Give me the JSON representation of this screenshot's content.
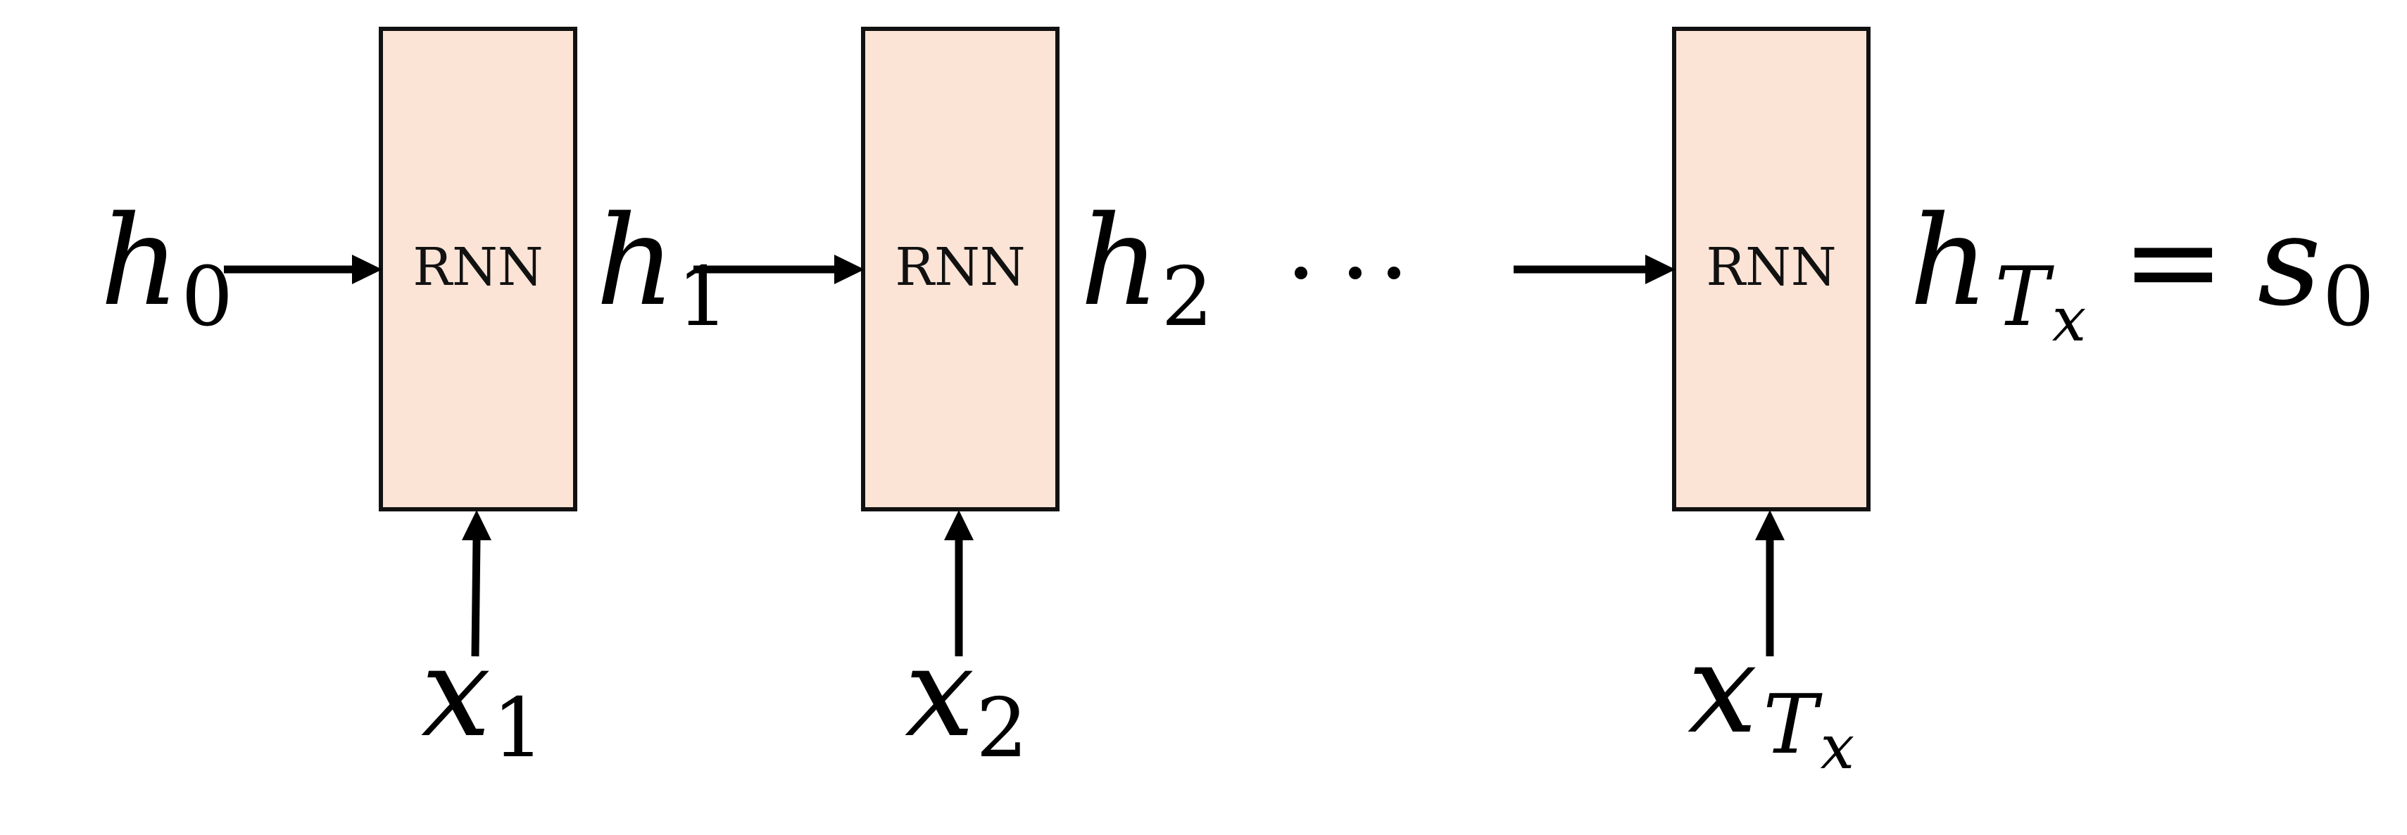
{
  "colors": {
    "cell_fill": "#fbe3d6",
    "cell_border": "#111111",
    "arrow": "#000000"
  },
  "cells": [
    {
      "label": "RNN"
    },
    {
      "label": "RNN"
    },
    {
      "label": "RNN"
    }
  ],
  "hidden_states": {
    "h0": {
      "base": "h",
      "sub": "0"
    },
    "h1": {
      "base": "h",
      "sub": "1"
    },
    "h2": {
      "base": "h",
      "sub": "2"
    },
    "hT": {
      "base": "h",
      "sub": "T",
      "subsub": "x",
      "equals": "=",
      "rhs_base": "s",
      "rhs_sub": "0"
    }
  },
  "inputs": {
    "x1": {
      "base": "x",
      "sub": "1"
    },
    "x2": {
      "base": "x",
      "sub": "2"
    },
    "xT": {
      "base": "x",
      "sub": "T",
      "subsub": "x"
    }
  },
  "ellipsis": "···"
}
